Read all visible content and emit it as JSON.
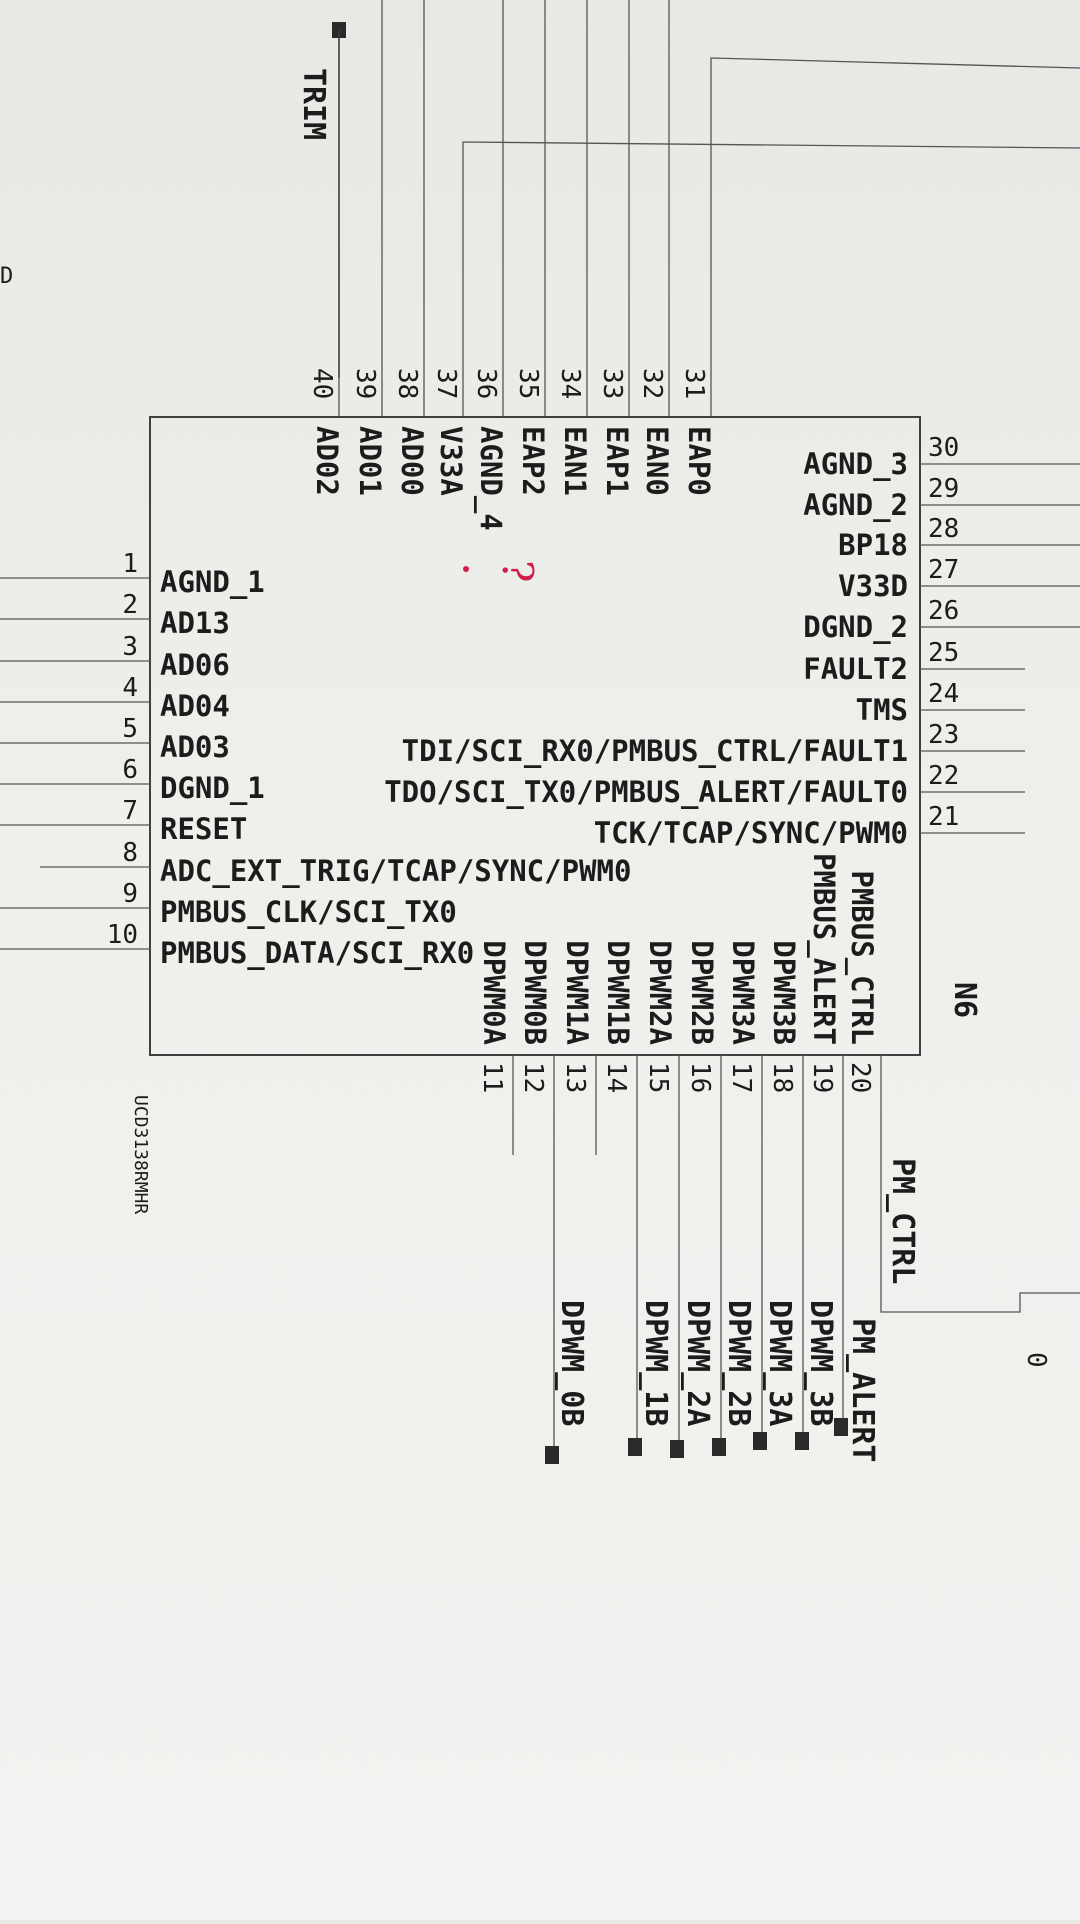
{
  "component": {
    "designator": "N6",
    "part_number": "UCD3138RMHR",
    "annotation": "?"
  },
  "net_labels": {
    "trim": "TRIM",
    "pm_ctrl": "PM_CTRL",
    "pm_alert": "PM_ALERT",
    "dpwm_0b": "DPWM_0B",
    "dpwm_1b": "DPWM_1B",
    "dpwm_2a": "DPWM_2A",
    "dpwm_2b": "DPWM_2B",
    "dpwm_3a": "DPWM_3A",
    "dpwm_3b": "DPWM_3B",
    "zero": "0",
    "left_edge": "D"
  },
  "left_pins": [
    {
      "num": "1",
      "name": "AGND_1"
    },
    {
      "num": "2",
      "name": "AD13"
    },
    {
      "num": "3",
      "name": "AD06"
    },
    {
      "num": "4",
      "name": "AD04"
    },
    {
      "num": "5",
      "name": "AD03"
    },
    {
      "num": "6",
      "name": "DGND_1"
    },
    {
      "num": "7",
      "name": "RESET"
    },
    {
      "num": "8",
      "name": "ADC_EXT_TRIG/TCAP/SYNC/PWM0"
    },
    {
      "num": "9",
      "name": "PMBUS_CLK/SCI_TX0"
    },
    {
      "num": "10",
      "name": "PMBUS_DATA/SCI_RX0"
    }
  ],
  "right_pins": [
    {
      "num": "30",
      "name": "AGND_3"
    },
    {
      "num": "29",
      "name": "AGND_2"
    },
    {
      "num": "28",
      "name": "BP18"
    },
    {
      "num": "27",
      "name": "V33D"
    },
    {
      "num": "26",
      "name": "DGND_2"
    },
    {
      "num": "25",
      "name": "FAULT2"
    },
    {
      "num": "24",
      "name": "TMS"
    },
    {
      "num": "23",
      "name": "TDI/SCI_RX0/PMBUS_CTRL/FAULT1"
    },
    {
      "num": "22",
      "name": "TDO/SCI_TX0/PMBUS_ALERT/FAULT0"
    },
    {
      "num": "21",
      "name": "TCK/TCAP/SYNC/PWM0"
    }
  ],
  "top_pins": [
    {
      "num": "40",
      "name": "AD02"
    },
    {
      "num": "39",
      "name": "AD01"
    },
    {
      "num": "38",
      "name": "AD00"
    },
    {
      "num": "37",
      "name": "V33A"
    },
    {
      "num": "36",
      "name": "AGND_4"
    },
    {
      "num": "35",
      "name": "EAP2"
    },
    {
      "num": "34",
      "name": "EAN1"
    },
    {
      "num": "33",
      "name": "EAP1"
    },
    {
      "num": "32",
      "name": "EAN0"
    },
    {
      "num": "31",
      "name": "EAP0"
    }
  ],
  "bottom_pins": [
    {
      "num": "11",
      "name": "DPWM0A"
    },
    {
      "num": "12",
      "name": "DPWM0B"
    },
    {
      "num": "13",
      "name": "DPWM1A"
    },
    {
      "num": "14",
      "name": "DPWM1B"
    },
    {
      "num": "15",
      "name": "DPWM2A"
    },
    {
      "num": "16",
      "name": "DPWM2B"
    },
    {
      "num": "17",
      "name": "DPWM3A"
    },
    {
      "num": "18",
      "name": "DPWM3B"
    },
    {
      "num": "19",
      "name": "PMBUS_ALERT"
    },
    {
      "num": "20",
      "name": "PMBUS_CTRL"
    }
  ]
}
